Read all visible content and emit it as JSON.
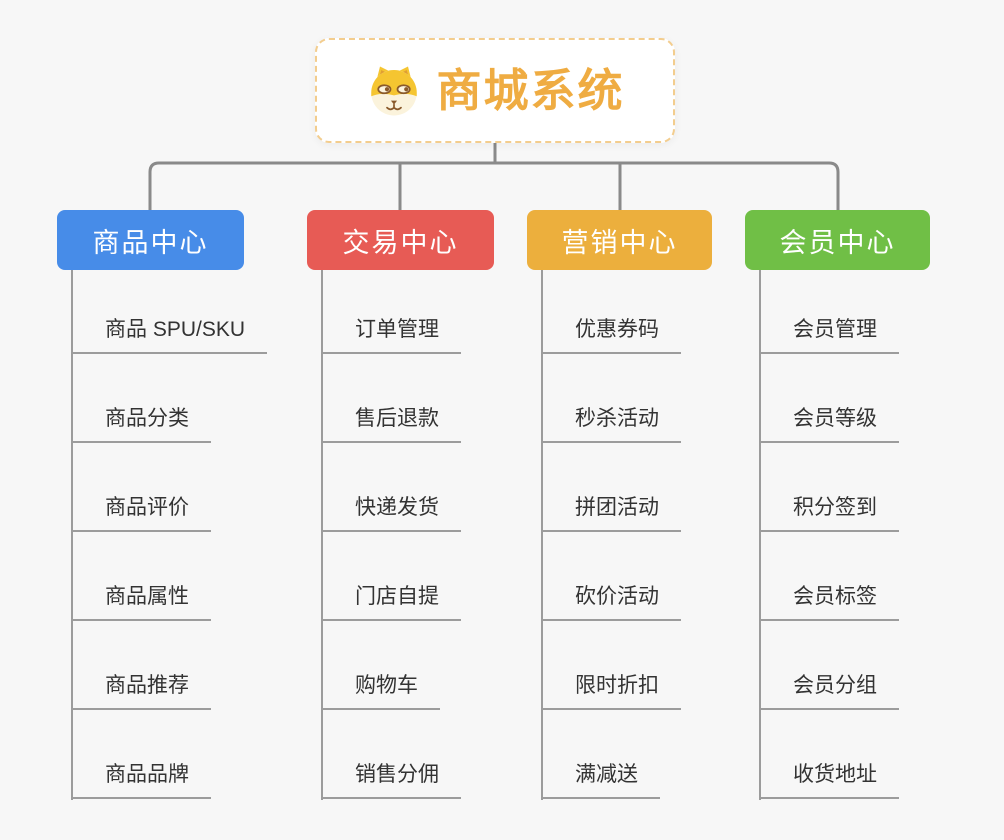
{
  "root": {
    "label": "商城系统",
    "icon": "dog-face-icon",
    "text_color": "#EFAC42",
    "border_color": "#F3CD8E"
  },
  "branches": [
    {
      "label": "商品中心",
      "color": "#478CE8",
      "children": [
        "商品 SPU/SKU",
        "商品分类",
        "商品评价",
        "商品属性",
        "商品推荐",
        "商品品牌"
      ]
    },
    {
      "label": "交易中心",
      "color": "#E75B55",
      "children": [
        "订单管理",
        "售后退款",
        "快递发货",
        "门店自提",
        "购物车",
        "销售分佣"
      ]
    },
    {
      "label": "营销中心",
      "color": "#ECAF3D",
      "children": [
        "优惠券码",
        "秒杀活动",
        "拼团活动",
        "砍价活动",
        "限时折扣",
        "满减送"
      ]
    },
    {
      "label": "会员中心",
      "color": "#70BF46",
      "children": [
        "会员管理",
        "会员等级",
        "积分签到",
        "会员标签",
        "会员分组",
        "收货地址"
      ]
    }
  ],
  "connector_color": "#8a8a8a",
  "underline_color": "#9c9c9c"
}
